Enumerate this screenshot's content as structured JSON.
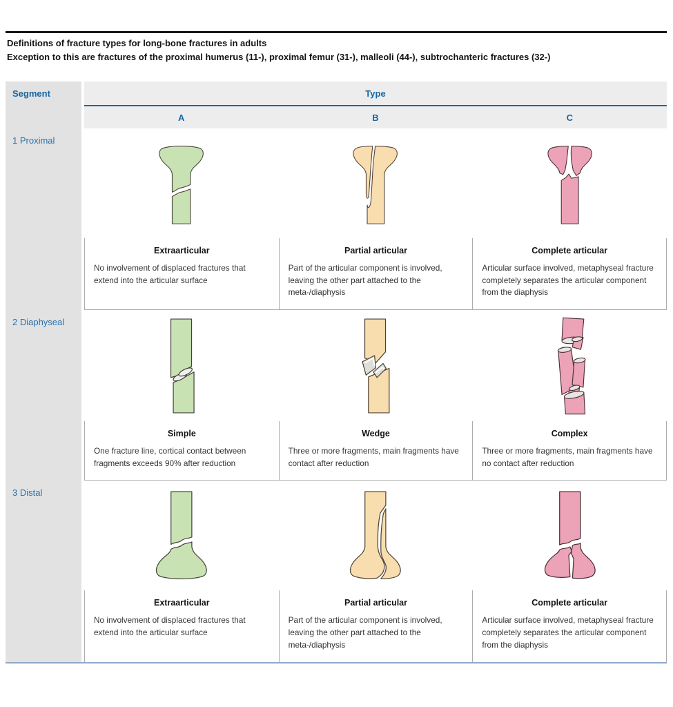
{
  "intro": {
    "line1": "Definitions of fracture types for long-bone fractures in adults",
    "line2": "Exception to this are fractures of the proximal humerus (11-), proximal femur (31-), malleoli (44-), subtrochanteric fractures (32-)"
  },
  "table": {
    "segment_header": "Segment",
    "type_header": "Type",
    "type_columns": [
      "A",
      "B",
      "C"
    ],
    "rows": [
      {
        "segment": "1 Proximal",
        "cells": [
          {
            "title": "Extraarticular",
            "description": "No involvement of displaced fractures that extend into the articular surface",
            "illustration": "proximal-bone-extraarticular-fracture",
            "bone_color": "#c9e2b4"
          },
          {
            "title": "Partial articular",
            "description": "Part of the articular component is involved, leaving the other part attached to the meta-/diaphysis",
            "illustration": "proximal-bone-partial-articular-fracture",
            "bone_color": "#f8ddae"
          },
          {
            "title": "Complete articular",
            "description": "Articular surface involved, metaphyseal fracture completely separates the articular component from the diaphysis",
            "illustration": "proximal-bone-complete-articular-fracture",
            "bone_color": "#eca2b7"
          }
        ]
      },
      {
        "segment": "2 Diaphyseal",
        "cells": [
          {
            "title": "Simple",
            "description": "One fracture line, cortical contact between fragments exceeds 90% after reduction",
            "illustration": "diaphyseal-bone-simple-fracture",
            "bone_color": "#c9e2b4"
          },
          {
            "title": "Wedge",
            "description": "Three or more fragments, main fragments have contact after reduction",
            "illustration": "diaphyseal-bone-wedge-fracture",
            "bone_color": "#f8ddae"
          },
          {
            "title": "Complex",
            "description": "Three or more fragments, main fragments have no contact after reduction",
            "illustration": "diaphyseal-bone-complex-fracture",
            "bone_color": "#eca2b7"
          }
        ]
      },
      {
        "segment": "3 Distal",
        "cells": [
          {
            "title": "Extraarticular",
            "description": "No involvement of displaced fractures that extend into the articular surface",
            "illustration": "distal-bone-extraarticular-fracture",
            "bone_color": "#c9e2b4"
          },
          {
            "title": "Partial articular",
            "description": "Part of the articular component is involved, leaving the other part attached to the meta-/diaphysis",
            "illustration": "distal-bone-partial-articular-fracture",
            "bone_color": "#f8ddae"
          },
          {
            "title": "Complete articular",
            "description": "Articular surface involved, metaphyseal fracture completely separates the articular component from the diaphysis",
            "illustration": "distal-bone-complete-articular-fracture",
            "bone_color": "#eca2b7"
          }
        ]
      }
    ]
  },
  "colors": {
    "accent_blue": "#1667a5",
    "segment_label_blue": "#2c72a8",
    "bone_green": "#c9e2b4",
    "bone_orange": "#f8ddae",
    "bone_pink": "#eca2b7",
    "fragment_gray": "#e6e6e2",
    "header_band_gray": "#ededed",
    "segment_column_gray": "#e2e2e2",
    "top_rule_black": "#161616",
    "table_bottom_blue": "#8fa9c8",
    "cell_border_gray": "#adadad"
  }
}
